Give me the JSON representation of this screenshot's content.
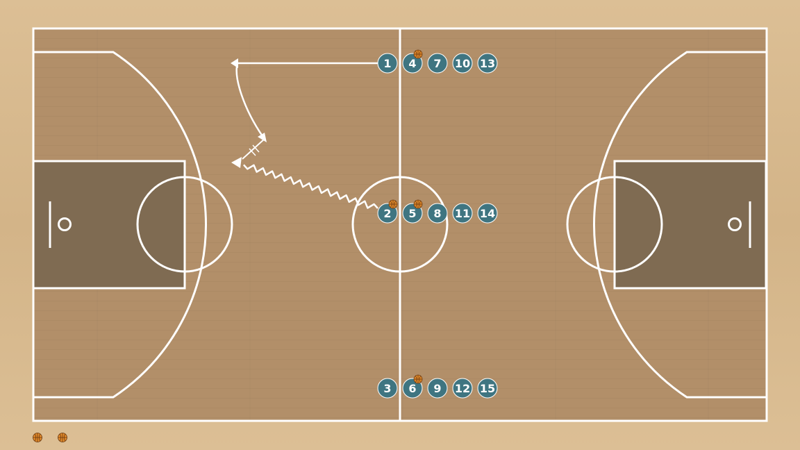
{
  "colors": {
    "floor_outer": "#d8bb90",
    "court_wood": "#b08e68",
    "paint": "#7d6a52",
    "lines": "#ffffff",
    "player_fill": "#3f7581",
    "player_text": "#ffffff",
    "ball_fill": "#e0892a",
    "ball_seams": "#6b3a12",
    "path": "#ffffff"
  },
  "players": [
    {
      "number": "1",
      "has_ball": false
    },
    {
      "number": "4",
      "has_ball": true
    },
    {
      "number": "7",
      "has_ball": false
    },
    {
      "number": "10",
      "has_ball": false
    },
    {
      "number": "13",
      "has_ball": false
    },
    {
      "number": "2",
      "has_ball": true
    },
    {
      "number": "5",
      "has_ball": true
    },
    {
      "number": "8",
      "has_ball": false
    },
    {
      "number": "11",
      "has_ball": false
    },
    {
      "number": "14",
      "has_ball": false
    },
    {
      "number": "3",
      "has_ball": false
    },
    {
      "number": "6",
      "has_ball": true
    },
    {
      "number": "9",
      "has_ball": false
    },
    {
      "number": "12",
      "has_ball": false
    },
    {
      "number": "15",
      "has_ball": false
    }
  ],
  "paths": [
    {
      "type": "cut",
      "from_player": "1"
    },
    {
      "type": "dribble",
      "from_player": "2"
    }
  ],
  "spare_balls": 2
}
